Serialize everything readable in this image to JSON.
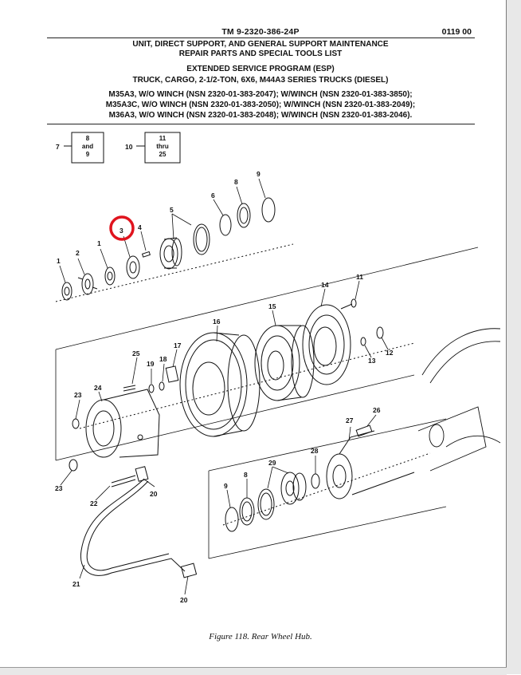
{
  "header": {
    "tm_number": "TM 9-2320-386-24P",
    "sequence": "0119 00",
    "title_line1": "UNIT, DIRECT SUPPORT, AND GENERAL SUPPORT MAINTENANCE",
    "title_line2": "REPAIR PARTS AND SPECIAL TOOLS LIST",
    "program": "EXTENDED SERVICE PROGRAM (ESP)",
    "vehicle": "TRUCK, CARGO, 2-1/2-TON, 6X6, M44A3 SERIES TRUCKS (DIESEL)",
    "models": [
      "M35A3, W/O WINCH (NSN 2320-01-383-2047); W/WINCH (NSN 2320-01-383-3850);",
      "M35A3C, W/O WINCH (NSN 2320-01-383-2050); W/WINCH (NSN 2320-01-383-2049);",
      "M36A3, W/O WINCH (NSN 2320-01-383-2048); W/WINCH (NSN 2320-01-383-2046)."
    ]
  },
  "figure": {
    "caption": "Figure 118.  Rear Wheel Hub.",
    "ref_boxes": [
      {
        "item": "7",
        "lines": [
          "8",
          "and",
          "9"
        ]
      },
      {
        "item": "10",
        "lines": [
          "11",
          "thru",
          "25"
        ]
      }
    ],
    "callouts": {
      "c1a": "1",
      "c1b": "1",
      "c2": "2",
      "c3": "3",
      "c4": "4",
      "c5": "5",
      "c6": "6",
      "c8a": "8",
      "c9a": "9",
      "c11": "11",
      "c12": "12",
      "c13": "13",
      "c14": "14",
      "c15": "15",
      "c16": "16",
      "c17": "17",
      "c18": "18",
      "c19": "19",
      "c20a": "20",
      "c20b": "20",
      "c21": "21",
      "c22": "22",
      "c23a": "23",
      "c23b": "23",
      "c24": "24",
      "c25": "25",
      "c26": "26",
      "c27": "27",
      "c28": "28",
      "c29": "29",
      "c8b": "8",
      "c9b": "9"
    },
    "highlight": {
      "callout": "3",
      "color": "#e0141e"
    }
  }
}
